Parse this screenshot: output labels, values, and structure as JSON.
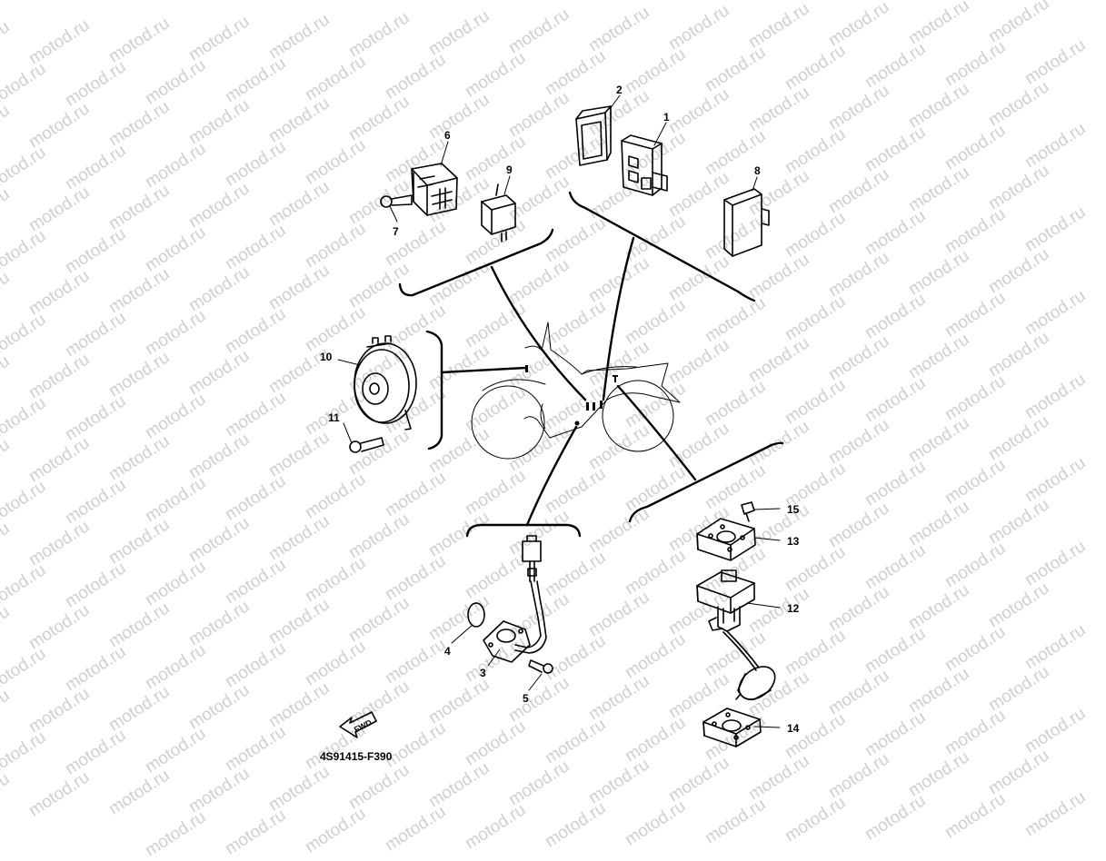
{
  "watermark": "motod.ru",
  "diagram_code": "4S91415-F390",
  "fwd_label": "FWD",
  "callouts": {
    "p1": "1",
    "p2": "2",
    "p3": "3",
    "p4": "4",
    "p5": "5",
    "p6": "6",
    "p7": "7",
    "p8": "8",
    "p9": "9",
    "p10": "10",
    "p11": "11",
    "p12": "12",
    "p13": "13",
    "p14": "14",
    "p15": "15"
  },
  "colors": {
    "line": "#000000",
    "watermark": "#cfcfcf",
    "background": "#ffffff"
  }
}
